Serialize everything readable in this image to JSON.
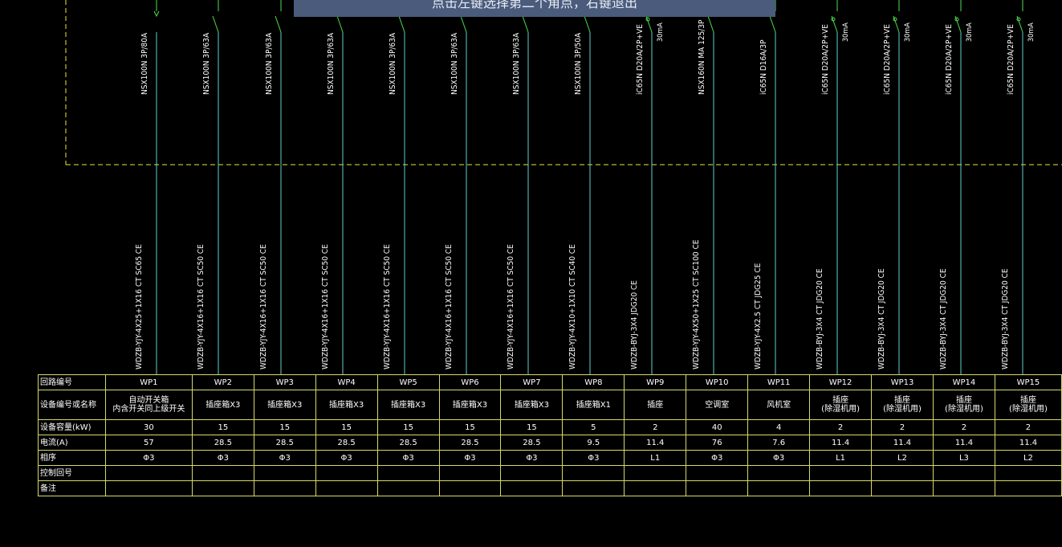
{
  "command_prompt": "点击左键选择第二个角点，右键退出",
  "circuits": [
    {
      "id": "WP1",
      "breaker": "NSX100N 3P/80A",
      "rcd": "",
      "cable": "WDZB-YJY-4X25+1X16  CT SC65  CE",
      "equipment": [
        "自动开关箱",
        "内含开关同上级开关"
      ],
      "capacity": "30",
      "current": "57",
      "phase": "Φ3"
    },
    {
      "id": "WP2",
      "breaker": "NSX100N 3P/63A",
      "rcd": "",
      "cable": "WDZB-YJY-4X16+1X16  CT SC50  CE",
      "equipment": [
        "插座箱X3"
      ],
      "capacity": "15",
      "current": "28.5",
      "phase": "Φ3"
    },
    {
      "id": "WP3",
      "breaker": "NSX100N 3P/63A",
      "rcd": "",
      "cable": "WDZB-YJY-4X16+1X16  CT SC50  CE",
      "equipment": [
        "插座箱X3"
      ],
      "capacity": "15",
      "current": "28.5",
      "phase": "Φ3"
    },
    {
      "id": "WP4",
      "breaker": "NSX100N 3P/63A",
      "rcd": "",
      "cable": "WDZB-YJY-4X16+1X16  CT SC50  CE",
      "equipment": [
        "插座箱X3"
      ],
      "capacity": "15",
      "current": "28.5",
      "phase": "Φ3"
    },
    {
      "id": "WP5",
      "breaker": "NSX100N 3P/63A",
      "rcd": "",
      "cable": "WDZB-YJY-4X16+1X16  CT SC50  CE",
      "equipment": [
        "插座箱X3"
      ],
      "capacity": "15",
      "current": "28.5",
      "phase": "Φ3"
    },
    {
      "id": "WP6",
      "breaker": "NSX100N 3P/63A",
      "rcd": "",
      "cable": "WDZB-YJY-4X16+1X16  CT SC50  CE",
      "equipment": [
        "插座箱X3"
      ],
      "capacity": "15",
      "current": "28.5",
      "phase": "Φ3"
    },
    {
      "id": "WP7",
      "breaker": "NSX100N 3P/63A",
      "rcd": "",
      "cable": "WDZB-YJY-4X16+1X16  CT SC50  CE",
      "equipment": [
        "插座箱X3"
      ],
      "capacity": "15",
      "current": "28.5",
      "phase": "Φ3"
    },
    {
      "id": "WP8",
      "breaker": "NSX100N 3P/50A",
      "rcd": "",
      "cable": "WDZB-YJY-4X10+1X10  CT SC40  CE",
      "equipment": [
        "插座箱X1"
      ],
      "capacity": "5",
      "current": "9.5",
      "phase": "Φ3"
    },
    {
      "id": "WP9",
      "breaker": "iC65N D20A/2P+VE",
      "rcd": "30mA",
      "cable": "WDZB-BYJ-3X4  JDG20  CE",
      "equipment": [
        "插座"
      ],
      "capacity": "2",
      "current": "11.4",
      "phase": "L1"
    },
    {
      "id": "WP10",
      "breaker": "NSX160N MA 125/3P",
      "rcd": "",
      "cable": "WDZB-YJY-4X50+1X25  CT SC100  CE",
      "equipment": [
        "空调室"
      ],
      "capacity": "40",
      "current": "76",
      "phase": "Φ3"
    },
    {
      "id": "WP11",
      "breaker": "iC65N D16A/3P",
      "rcd": "",
      "cable": "WDZB-YJY-4X2.5  CT JDG25  CE",
      "equipment": [
        "风机室"
      ],
      "capacity": "4",
      "current": "7.6",
      "phase": "Φ3"
    },
    {
      "id": "WP12",
      "breaker": "iC65N D20A/2P+VE",
      "rcd": "30mA",
      "cable": "WDZB-BYJ-3X4  CT JDG20  CE",
      "equipment": [
        "插座",
        "(除湿机用)"
      ],
      "capacity": "2",
      "current": "11.4",
      "phase": "L1"
    },
    {
      "id": "WP13",
      "breaker": "iC65N D20A/2P+VE",
      "rcd": "30mA",
      "cable": "WDZB-BYJ-3X4  CT JDG20  CE",
      "equipment": [
        "插座",
        "(除湿机用)"
      ],
      "capacity": "2",
      "current": "11.4",
      "phase": "L2"
    },
    {
      "id": "WP14",
      "breaker": "iC65N D20A/2P+VE",
      "rcd": "30mA",
      "cable": "WDZB-BYJ-3X4  CT JDG20  CE",
      "equipment": [
        "插座",
        "(除湿机用)"
      ],
      "capacity": "2",
      "current": "11.4",
      "phase": "L3"
    },
    {
      "id": "WP15",
      "breaker": "iC65N D20A/2P+VE",
      "rcd": "30mA",
      "cable": "WDZB-BYJ-3X4  CT JDG20  CE",
      "equipment": [
        "插座",
        "(除湿机用)"
      ],
      "capacity": "2",
      "current": "11.4",
      "phase": "L2"
    }
  ],
  "row_labels": {
    "circuit": "回路编号",
    "equipment": "设备编号或名称",
    "capacity": "设备容量(kW)",
    "current": "电流(A)",
    "phase": "相序",
    "control": "控制回号",
    "note": "备注"
  },
  "colors": {
    "background": "#000000",
    "feeder": "#5fd0d0",
    "boundary": "#e6e63c",
    "grid": "#d8d86a",
    "breaker_symbol": "#4de04d",
    "prompt_bar": "#4a5b7c"
  }
}
